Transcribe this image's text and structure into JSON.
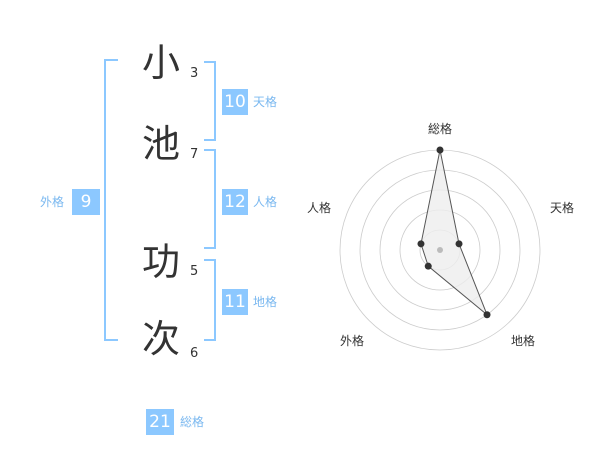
{
  "name": {
    "characters": [
      {
        "char": "小",
        "strokes": "3"
      },
      {
        "char": "池",
        "strokes": "7"
      },
      {
        "char": "功",
        "strokes": "5"
      },
      {
        "char": "次",
        "strokes": "6"
      }
    ]
  },
  "kaku": {
    "tenkaku": {
      "value": "10",
      "label": "天格"
    },
    "jinkaku": {
      "value": "12",
      "label": "人格"
    },
    "chikaku": {
      "value": "11",
      "label": "地格"
    },
    "gaikaku": {
      "value": "9",
      "label": "外格"
    },
    "soukaku": {
      "value": "21",
      "label": "総格"
    }
  },
  "radar": {
    "labels": {
      "soukaku": "総格",
      "tenkaku": "天格",
      "chikaku": "地格",
      "gaikaku": "外格",
      "jinkaku": "人格"
    }
  },
  "chart_data": {
    "type": "radar",
    "axes": [
      "総格",
      "天格",
      "地格",
      "外格",
      "人格"
    ],
    "values": [
      5,
      1,
      4,
      1,
      1
    ],
    "range": [
      0,
      5
    ],
    "rings": 5,
    "colors": {
      "stroke": "#555555",
      "fill": "#eeeeee",
      "ring": "#cccccc",
      "point": "#333333",
      "center": "#bbbbbb"
    }
  }
}
